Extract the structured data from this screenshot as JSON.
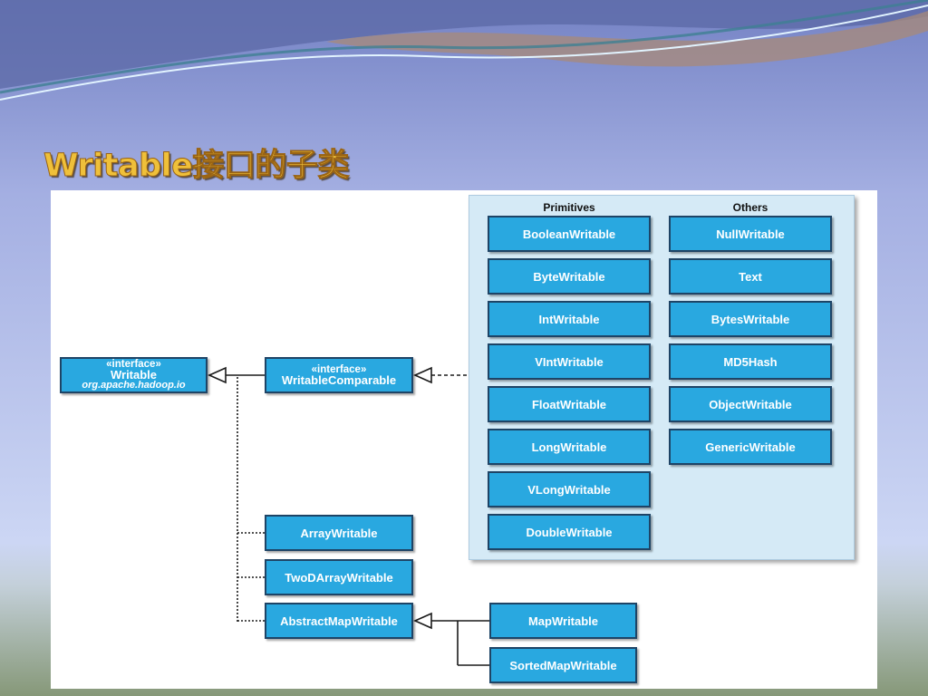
{
  "slide": {
    "title": "Writable接口的子类"
  },
  "diagram": {
    "writable": {
      "stereotype": "«interface»",
      "name": "Writable",
      "package": "org.apache.hadoop.io"
    },
    "writable_comparable": {
      "stereotype": "«interface»",
      "name": "WritableComparable"
    },
    "primitives": {
      "header": "Primitives",
      "items": [
        "BooleanWritable",
        "ByteWritable",
        "IntWritable",
        "VIntWritable",
        "FloatWritable",
        "LongWritable",
        "VLongWritable",
        "DoubleWritable"
      ]
    },
    "others": {
      "header": "Others",
      "items": [
        "NullWritable",
        "Text",
        "BytesWritable",
        "MD5Hash",
        "ObjectWritable",
        "GenericWritable"
      ]
    },
    "direct_subclasses": [
      "ArrayWritable",
      "TwoDArrayWritable",
      "AbstractMapWritable"
    ],
    "map_subclasses": [
      "MapWritable",
      "SortedMapWritable"
    ]
  },
  "colors": {
    "title": "#efc03a",
    "box_fill": "#29a8e0",
    "box_border": "#1e4466",
    "group_panel": "#d5eaf6"
  }
}
